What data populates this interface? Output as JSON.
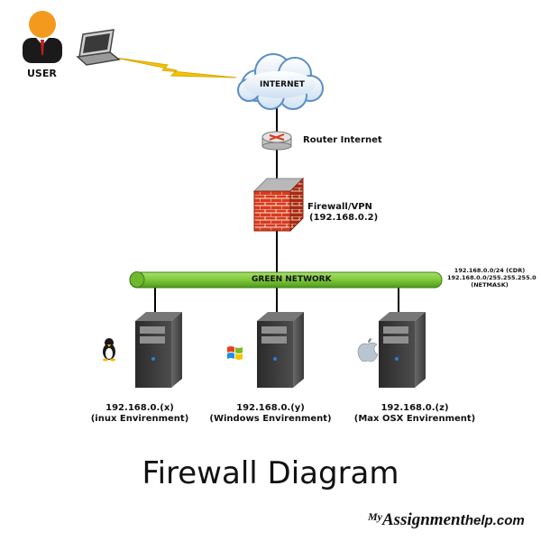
{
  "user": {
    "label": "USER"
  },
  "internet": {
    "label": "INTERNET"
  },
  "router": {
    "label": "Router Internet"
  },
  "firewall": {
    "line1": "Firewall/VPN",
    "line2": "(192.168.0.2)"
  },
  "network": {
    "label": "GREEN NETWORK",
    "info": [
      "192.168.0.0/24 (CDR)",
      "192.168.0.0/255.255.255.0",
      "(NETMASK)"
    ],
    "color": "#7ec83a"
  },
  "servers": [
    {
      "ip": "192.168.0.(x)",
      "env": "(inux Envirenment)",
      "os_icon": "linux-penguin-icon"
    },
    {
      "ip": "192.168.0.(y)",
      "env": "(Windows Envirenment)",
      "os_icon": "windows-logo-icon"
    },
    {
      "ip": "192.168.0.(z)",
      "env": "(Max OSX Envirenment)",
      "os_icon": "apple-logo-icon"
    }
  ],
  "title": "Firewall Diagram",
  "brand": {
    "my": "My",
    "assignment": "Assignment",
    "help": "help.com"
  },
  "colors": {
    "lightning": "#f5c400",
    "firewall_brick": "#d83a1e",
    "user_head": "#f39a1e"
  }
}
